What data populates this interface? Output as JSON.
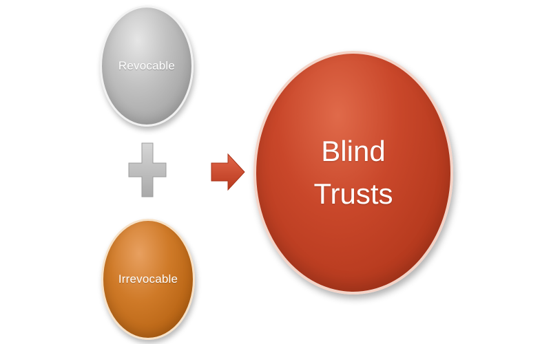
{
  "diagram": {
    "left_top": {
      "label": "Revocable",
      "color": "#b3b3b3"
    },
    "left_bottom": {
      "label": "Irrevocable",
      "color": "#c56f1e"
    },
    "result": {
      "label": "Blind\nTrusts",
      "color": "#bd3f22"
    },
    "operator_icon": "plus-icon",
    "connector_icon": "right-arrow-icon",
    "operator_color": "#bdbdbd",
    "connector_color": "#c9432a"
  }
}
